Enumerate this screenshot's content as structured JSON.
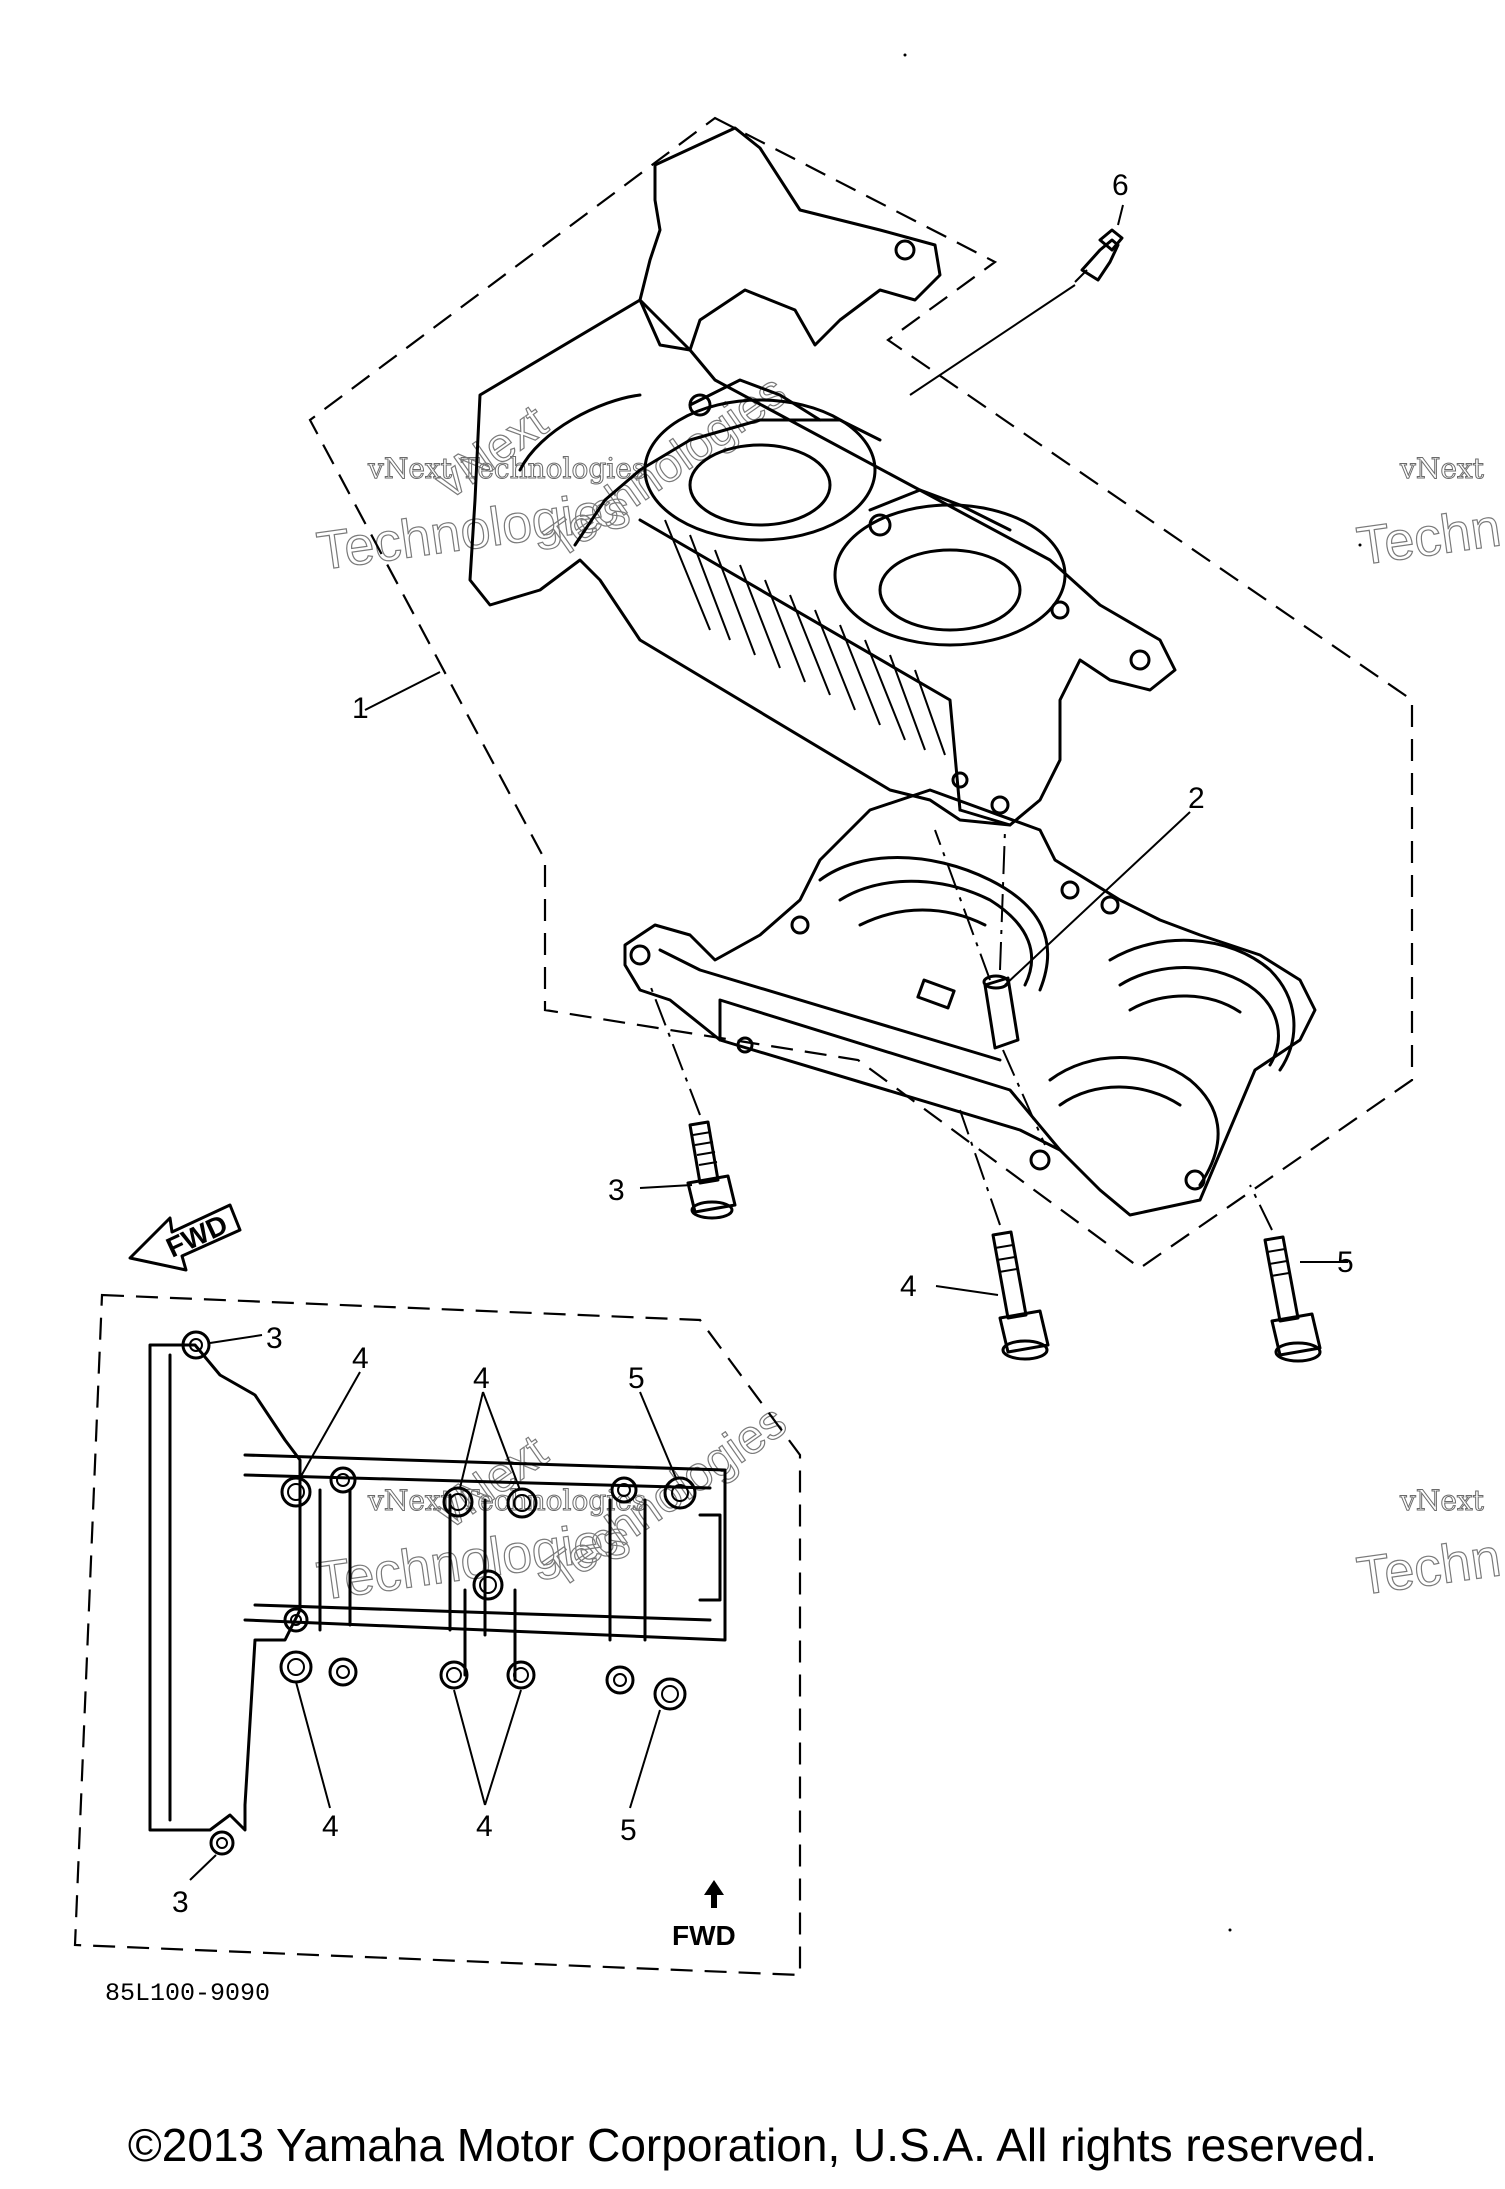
{
  "diagram": {
    "part_code": "85L100-9090",
    "copyright": "©2013 Yamaha Motor Corporation, U.S.A. All rights reserved.",
    "fwd_label": "FWD",
    "callouts": [
      {
        "id": "c1",
        "label": "1"
      },
      {
        "id": "c2",
        "label": "2"
      },
      {
        "id": "c3",
        "label": "3"
      },
      {
        "id": "c4",
        "label": "4"
      },
      {
        "id": "c5",
        "label": "5"
      },
      {
        "id": "c6",
        "label": "6"
      },
      {
        "id": "i3a",
        "label": "3"
      },
      {
        "id": "i4a",
        "label": "4"
      },
      {
        "id": "i4b",
        "label": "4"
      },
      {
        "id": "i5a",
        "label": "5"
      },
      {
        "id": "i4c",
        "label": "4"
      },
      {
        "id": "i4d",
        "label": "4"
      },
      {
        "id": "i5b",
        "label": "5"
      },
      {
        "id": "i3b",
        "label": "3"
      }
    ],
    "watermarks": {
      "small": "vNext Technologies",
      "small_cut": "vNext",
      "big": "Technologies",
      "big_cut": "Techn",
      "rot_top": "vNext",
      "rot_bottom": "Technologies"
    }
  }
}
